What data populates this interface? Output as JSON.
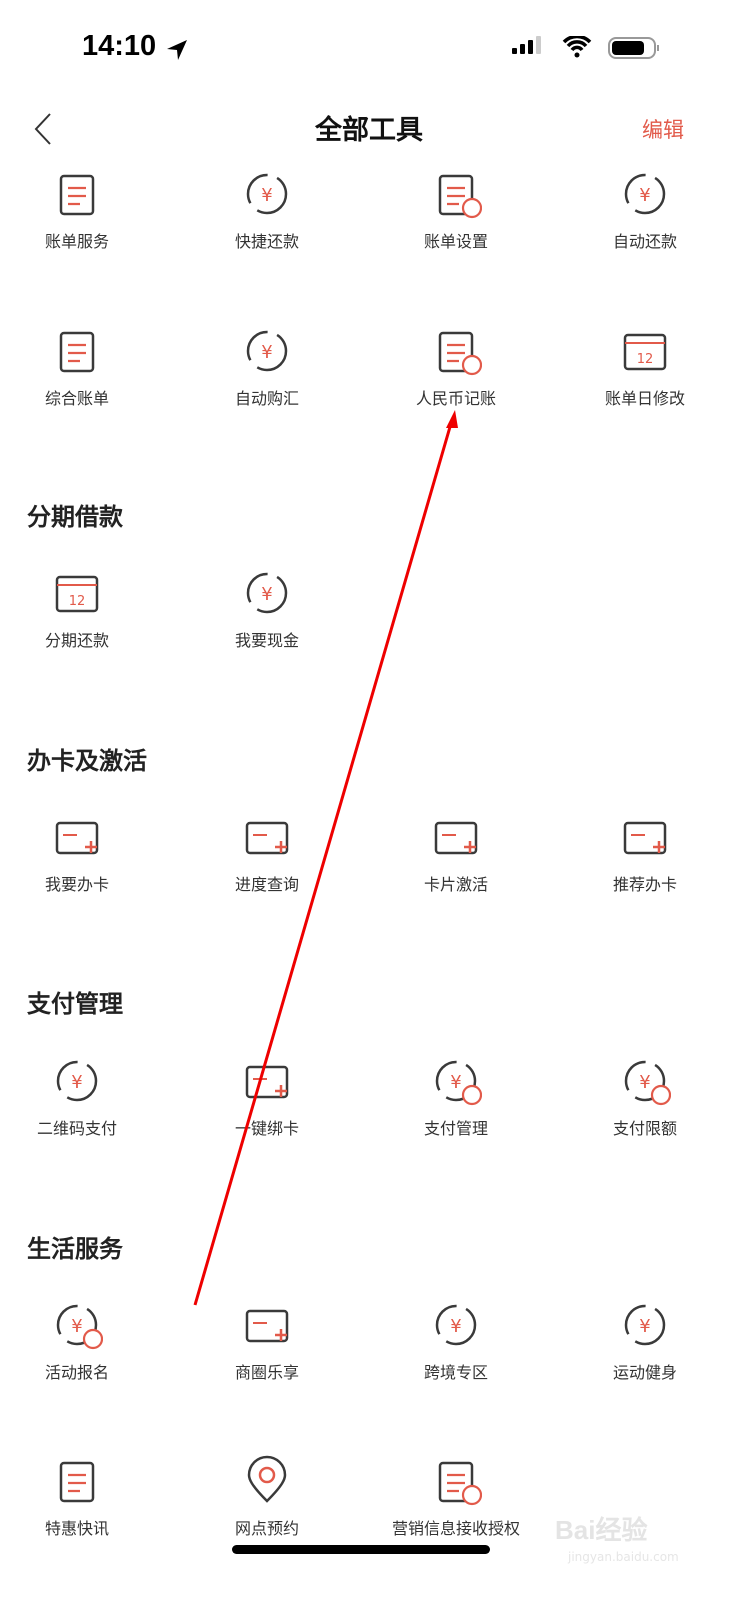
{
  "status_bar": {
    "time": "14:10"
  },
  "header": {
    "title": "全部工具",
    "edit_label": "编辑"
  },
  "accent_color": "#e25a4a",
  "groups": [
    {
      "title": "",
      "items": [
        {
          "label": "账单服务",
          "icon": "clipboard-list-icon"
        },
        {
          "label": "快捷还款",
          "icon": "coin-slot-icon"
        },
        {
          "label": "账单设置",
          "icon": "clipboard-settings-icon"
        },
        {
          "label": "自动还款",
          "icon": "auto-yuan-icon"
        },
        {
          "label": "综合账单",
          "icon": "receipt-icon"
        },
        {
          "label": "自动购汇",
          "icon": "dollar-exchange-icon"
        },
        {
          "label": "人民币记账",
          "icon": "document-globe-icon"
        },
        {
          "label": "账单日修改",
          "icon": "calendar-edit-icon"
        }
      ]
    },
    {
      "title": "分期借款",
      "items": [
        {
          "label": "分期还款",
          "icon": "calendar-12-icon"
        },
        {
          "label": "我要现金",
          "icon": "cash-printer-icon"
        }
      ]
    },
    {
      "title": "办卡及激活",
      "items": [
        {
          "label": "我要办卡",
          "icon": "card-add-icon"
        },
        {
          "label": "进度查询",
          "icon": "card-progress-icon"
        },
        {
          "label": "卡片激活",
          "icon": "card-check-icon"
        },
        {
          "label": "推荐办卡",
          "icon": "card-share-icon"
        }
      ]
    },
    {
      "title": "支付管理",
      "items": [
        {
          "label": "二维码支付",
          "icon": "qr-yuan-icon"
        },
        {
          "label": "一键绑卡",
          "icon": "card-link-icon"
        },
        {
          "label": "支付管理",
          "icon": "scan-lock-icon"
        },
        {
          "label": "支付限额",
          "icon": "scan-limit-icon"
        }
      ]
    },
    {
      "title": "生活服务",
      "items": [
        {
          "label": "活动报名",
          "icon": "flag-add-icon"
        },
        {
          "label": "商圈乐享",
          "icon": "house-card-icon"
        },
        {
          "label": "跨境专区",
          "icon": "planet-icon"
        },
        {
          "label": "运动健身",
          "icon": "skier-icon"
        },
        {
          "label": "特惠快讯",
          "icon": "news-icon"
        },
        {
          "label": "网点预约",
          "icon": "location-pin-icon"
        },
        {
          "label": "营销信息接收授权",
          "icon": "document-star-icon"
        }
      ]
    }
  ],
  "watermark": {
    "brand": "Bai经验",
    "url": "jingyan.baidu.com"
  }
}
